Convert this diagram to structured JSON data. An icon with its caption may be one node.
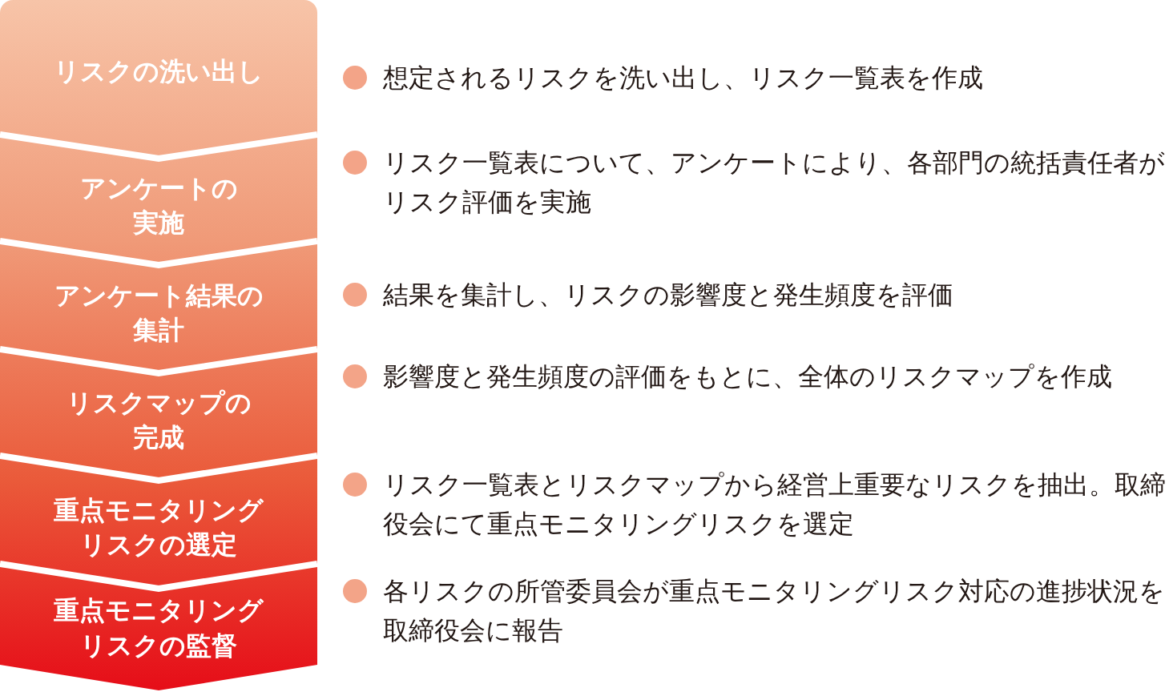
{
  "diagram": {
    "nodes": [
      {
        "text": [
          "リスクの洗い出し"
        ]
      },
      {
        "text": [
          "アンケートの実施"
        ]
      },
      {
        "text": [
          "アンケート結果の集計"
        ]
      },
      {
        "text": [
          "リスクマップの完成"
        ]
      },
      {
        "text": [
          "重点モニタリングリスクの選定"
        ]
      },
      {
        "text": [
          "重点モニタリングリスクの監督"
        ]
      }
    ],
    "labels": [
      "想定されるリスクを洗い出し、リスク一覧表を作成",
      "リスク一覧表について、アンケートにより、各部門の統括責任者がリスク評価を実施",
      "結果を集計し、リスクの影響度と発生頻度を評価",
      "影響度と発生頻度の評価をもとに、全体のリスクマップを作成",
      "リスク一覧表とリスクマップから経営上重要なリスクを抽出。取締役会にて重点モニタリングリスクを選定",
      "各リスクの所管委員会が重点モニタリングリスク対応の進捗状況を取締役会に報告"
    ]
  }
}
